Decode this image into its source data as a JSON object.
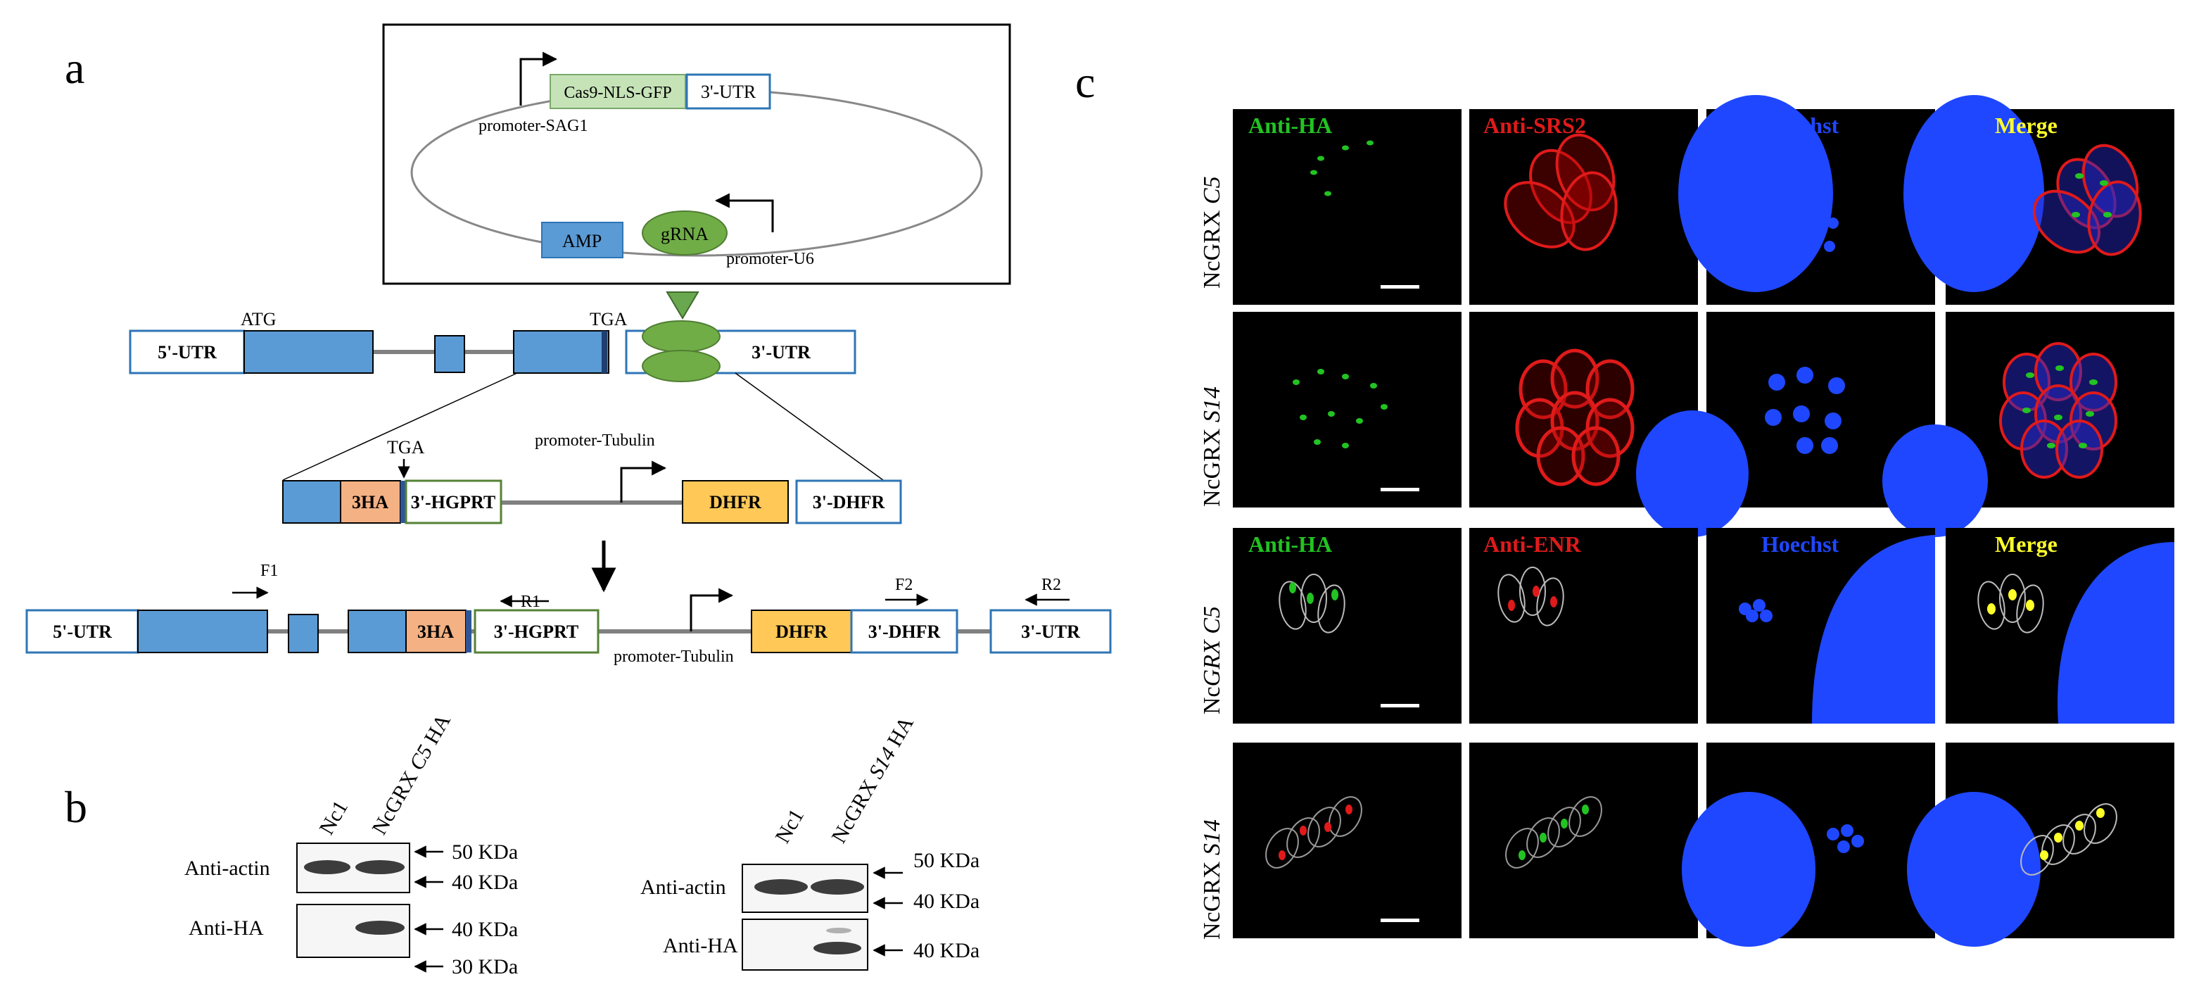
{
  "panels": {
    "a": "a",
    "b": "b",
    "c": "c"
  },
  "plasmid": {
    "cas9": "Cas9-NLS-GFP",
    "utr3": "3'-UTR",
    "promoter_sag1": "promoter-SAG1",
    "amp": "AMP",
    "grna": "gRNA",
    "promoter_u6": "promoter-U6"
  },
  "locus": {
    "utr5": "5'-UTR",
    "atg": "ATG",
    "tga": "TGA",
    "utr3": "3'-UTR"
  },
  "donor": {
    "tga": "TGA",
    "ha": "3HA",
    "hgprt": "3'-HGPRT",
    "promoter_tubulin": "promoter-Tubulin",
    "dhfr": "DHFR",
    "dhfr3": "3'-DHFR"
  },
  "modified": {
    "utr5": "5'-UTR",
    "f1": "F1",
    "r1": "R1",
    "ha": "3HA",
    "hgprt": "3'-HGPRT",
    "promoter_tubulin": "promoter-Tubulin",
    "dhfr": "DHFR",
    "dhfr3": "3'-DHFR",
    "f2": "F2",
    "r2": "R2",
    "utr3": "3'-UTR"
  },
  "blot_left": {
    "lane1": "Nc1",
    "lane2_prefix": "NcGRX ",
    "lane2_gene": "C5",
    "lane2_suffix": " HA",
    "row1": "Anti-actin",
    "row2": "Anti-HA",
    "markers": [
      "50 KDa",
      "40 KDa",
      "40 KDa",
      "30 KDa"
    ]
  },
  "blot_right": {
    "lane1": "Nc1",
    "lane2_prefix": "NcGRX ",
    "lane2_gene": "S14",
    "lane2_suffix": " HA",
    "row1": "Anti-actin",
    "row2": "Anti-HA",
    "markers": [
      "50 KDa",
      "40 KDa",
      "40 KDa"
    ]
  },
  "microscopy": {
    "colors": {
      "green": "#22c322",
      "red": "#e01a1a",
      "blue": "#1f47ff",
      "yellow": "#ffff2a"
    },
    "rows": [
      {
        "prefix": "NcGRX ",
        "gene": "C5",
        "labels": [
          {
            "text": "Anti-HA",
            "color": "#22c322"
          },
          {
            "text": "Anti-SRS2",
            "color": "#e01a1a"
          },
          {
            "text": "Hoechst",
            "color": "#1f47ff"
          },
          {
            "text": "Merge",
            "color": "#ffff2a"
          }
        ]
      },
      {
        "prefix": "NcGRX ",
        "gene": "S14",
        "labels": []
      },
      {
        "prefix": "Nc",
        "gene": "GRX C5",
        "labels": [
          {
            "text": "Anti-HA",
            "color": "#22c322"
          },
          {
            "text": "Anti-ENR",
            "color": "#e01a1a"
          },
          {
            "text": "Hoechst",
            "color": "#1f47ff"
          },
          {
            "text": "Merge",
            "color": "#ffff2a"
          }
        ]
      },
      {
        "prefix": "NcGRX ",
        "gene": "S14",
        "labels": []
      }
    ]
  }
}
